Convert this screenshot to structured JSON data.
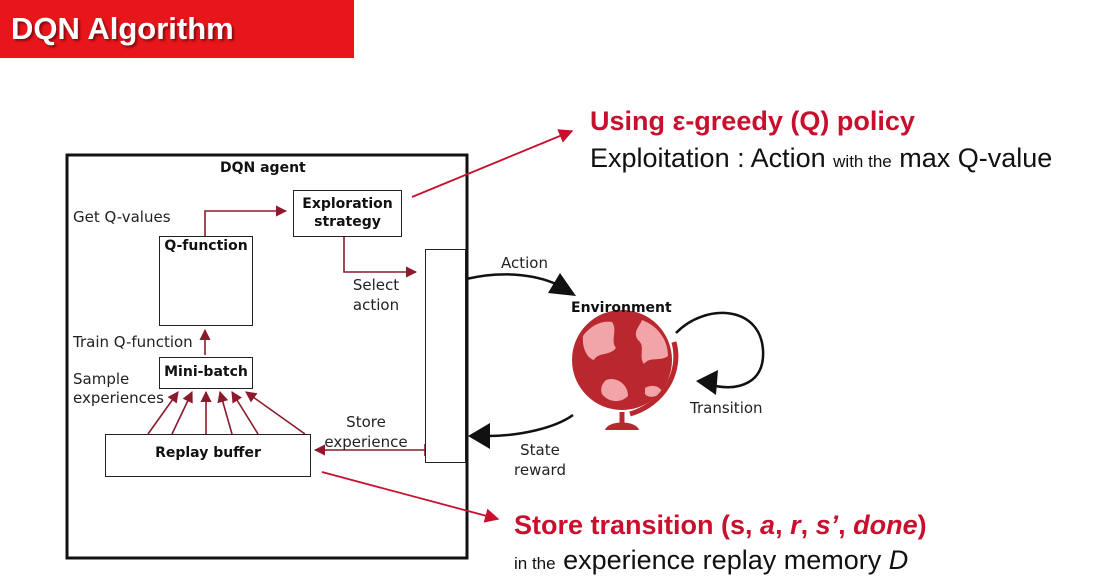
{
  "title": "DQN Algorithm",
  "diagram": {
    "agent_title": "DQN agent",
    "exploration_strategy": [
      "Exploration",
      "strategy"
    ],
    "q_function": "Q-function",
    "mini_batch": "Mini-batch",
    "replay_buffer": "Replay buffer",
    "get_q_values": "Get Q-values",
    "train_q_function": "Train Q-function",
    "sample_experiences": [
      "Sample",
      "experiences"
    ],
    "select_action": [
      "Select",
      "action"
    ],
    "store_experience": [
      "Store",
      "experience"
    ],
    "action": "Action",
    "environment": "Environment",
    "transition": "Transition",
    "state_reward": [
      "State",
      "reward"
    ]
  },
  "annotations": {
    "policy_heading": "Using ε-greedy (Q) policy",
    "policy_line": {
      "part1": "Exploitation : Action ",
      "small": "with the",
      "part2": " max Q-value"
    },
    "store_heading": {
      "prefix": "Store transition (s, ",
      "a": "a",
      "sep1": ", ",
      "r": "r",
      "sep2": ", ",
      "s_prime": "s’",
      "sep3": ", ",
      "done": "done",
      "suffix": ")"
    },
    "store_line": {
      "small": "in the",
      "main": " experience replay memory ",
      "d": "D"
    }
  },
  "colors": {
    "banner": "#e8151b",
    "accent_red": "#c8102e",
    "arrow_dark_red": "#8b1a2c",
    "globe_red": "#b8282e",
    "globe_light": "#f2a5a8"
  }
}
